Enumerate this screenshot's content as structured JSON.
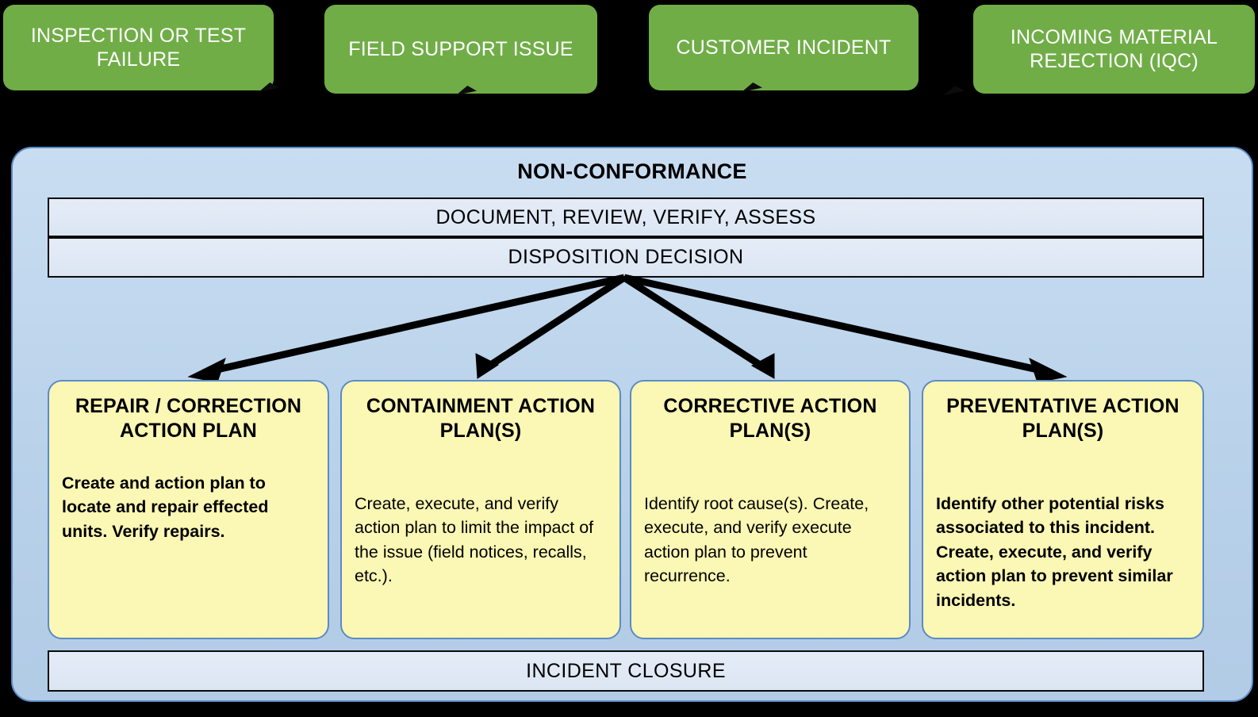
{
  "theme": {
    "background": "#000000",
    "source_box_fill": "#70AD47",
    "source_box_text": "#FFFFFF",
    "panel_fill": "#BDD3EA",
    "panel_border": "#5B8BC4",
    "strip_fill": "#DEE8F4",
    "strip_border": "#0A0A0A",
    "plan_fill": "#FBF7B4",
    "plan_border": "#5B8BC4",
    "arrow_color": "#000000"
  },
  "sources": {
    "items": [
      {
        "label": "INSPECTION OR TEST FAILURE"
      },
      {
        "label": "FIELD SUPPORT ISSUE"
      },
      {
        "label": "CUSTOMER INCIDENT"
      },
      {
        "label": "INCOMING MATERIAL REJECTION (IQC)"
      }
    ]
  },
  "panel": {
    "title": "NON-CONFORMANCE",
    "strips": [
      {
        "label": "DOCUMENT, REVIEW, VERIFY, ASSESS"
      },
      {
        "label": "DISPOSITION  DECISION"
      }
    ],
    "closure": {
      "label": "INCIDENT CLOSURE"
    }
  },
  "plans": {
    "items": [
      {
        "title": "REPAIR / CORRECTION ACTION PLAN",
        "body": "Create and action plan to locate and repair effected units.  Verify repairs."
      },
      {
        "title": "CONTAINMENT ACTION PLAN(S)",
        "body": "Create, execute, and verify action plan to limit the impact of the issue (field notices, recalls, etc.)."
      },
      {
        "title": "CORRECTIVE ACTION PLAN(S)",
        "body": "Identify root cause(s).  Create, execute, and verify execute action plan to prevent recurrence."
      },
      {
        "title": "PREVENTATIVE ACTION PLAN(S)",
        "body": "Identify other potential risks associated to this incident.  Create, execute, and verify action plan to prevent similar incidents."
      }
    ]
  },
  "flow": {
    "fanout_origin_label": "disposition-decision",
    "fanout_targets": [
      "repair-correction-action-plan",
      "containment-action-plan",
      "corrective-action-plan",
      "preventative-action-plan"
    ],
    "inbound_label": "sources-to-non-conformance"
  }
}
